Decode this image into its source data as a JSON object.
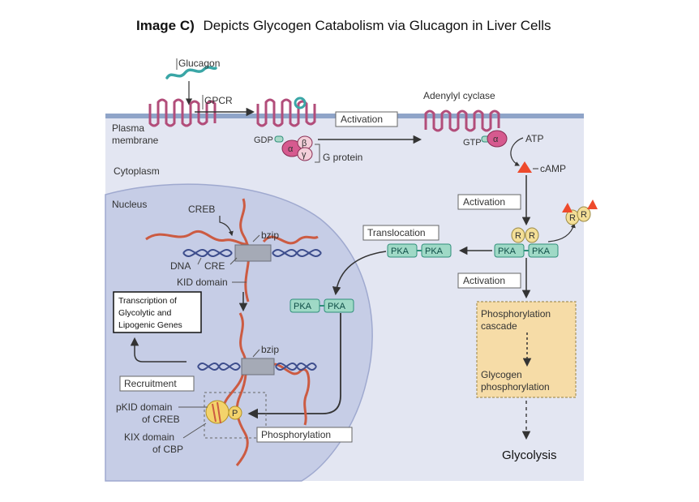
{
  "title": {
    "prefix": "Image C)",
    "text": "Depicts Glycogen Catabolism via Glucagon in Liver Cells"
  },
  "labels": {
    "glucagon": "Glucagon",
    "gpcr": "GPCR",
    "plasma_membrane_1": "Plasma",
    "plasma_membrane_2": "membrane",
    "cytoplasm": "Cytoplasm",
    "nucleus": "Nucleus",
    "gdp": "GDP",
    "g_protein": "G protein",
    "adenylyl_cyclase": "Adenylyl cyclase",
    "gtp": "GTP",
    "atp": "ATP",
    "camp": "cAMP",
    "creb": "CREB",
    "bzip_top": "bzip",
    "dna": "DNA",
    "cre": "CRE",
    "kid_domain": "KID domain",
    "bzip_bottom": "bzip",
    "pkid_1": "pKID domain",
    "pkid_2": "of CREB",
    "kix_1": "KIX domain",
    "kix_2": "of CBP",
    "glycolysis": "Glycolysis",
    "alpha": "α",
    "beta": "β",
    "gamma": "γ",
    "r": "R",
    "p": "P"
  },
  "boxes": {
    "activation_1": "Activation",
    "activation_2": "Activation",
    "activation_3": "Activation",
    "translocation": "Translocation",
    "recruitment": "Recruitment",
    "phosphorylation": "Phosphorylation",
    "transcription_1": "Transcription of",
    "transcription_2": "Glycolytic and",
    "transcription_3": "Lipogenic Genes",
    "cascade_1": "Phosphorylation",
    "cascade_2": "cascade",
    "glycogen_1": "Glycogen",
    "glycogen_2": "phosphorylation"
  },
  "pka": {
    "pka": "PKA"
  },
  "colors": {
    "cytoplasm": "#e3e6f2",
    "nucleus": "#c9cfe6",
    "membrane": "#7f97bf",
    "receptor": "#b24d7a",
    "protein_pink": "#d65a8f",
    "pka_fill": "#9fd9c6",
    "pka_stroke": "#2f8f7a",
    "camp": "#ee4a2c",
    "creb_chain": "#cc5b42",
    "cascade_box": "#f6dca7",
    "glucagon": "#3aa6a6"
  }
}
